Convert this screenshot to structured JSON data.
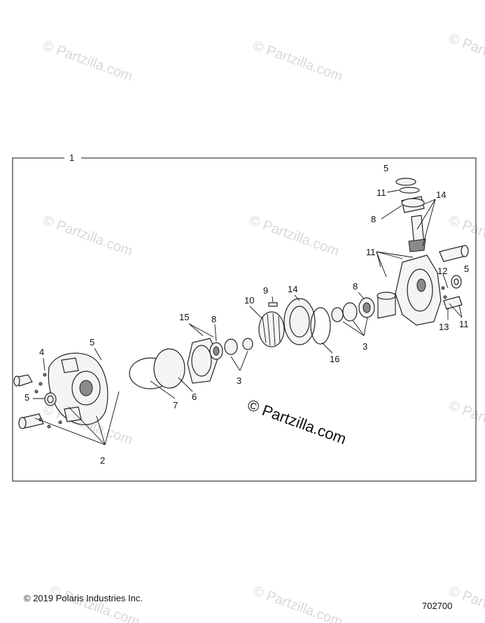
{
  "watermark": {
    "text": "© Partzilla.com",
    "center_text": "© Partzilla.com"
  },
  "frame_label": "1",
  "callouts": {
    "c1": "1",
    "c2": "2",
    "c3a": "3",
    "c3b": "3",
    "c4": "4",
    "c5a": "5",
    "c5b": "5",
    "c5c": "5",
    "c6": "6",
    "c7": "7",
    "c8a": "8",
    "c8b": "8",
    "c8c": "8",
    "c9": "9",
    "c10": "10",
    "c11a": "11",
    "c11b": "11",
    "c11c": "11",
    "c12": "12",
    "c13": "13",
    "c14a": "14",
    "c14b": "14",
    "c15": "15",
    "c16": "16"
  },
  "footer": {
    "copyright": "© 2019 Polaris Industries Inc.",
    "diagram_number": "702700"
  }
}
